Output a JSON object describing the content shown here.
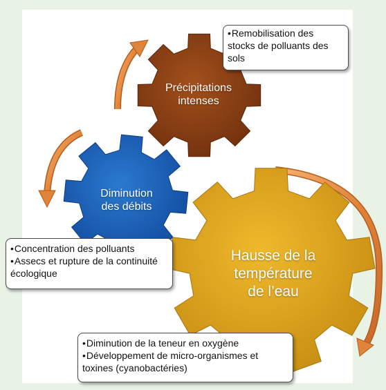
{
  "gears": {
    "top": {
      "lines": [
        "Précipitations",
        "intenses"
      ],
      "color": "#8b3e12"
    },
    "left": {
      "lines": [
        "Diminution",
        "des débits"
      ],
      "color": "#1a5fb4"
    },
    "right": {
      "lines": [
        "Hausse de la",
        "température",
        "de l’eau"
      ],
      "color": "#d9a21b"
    }
  },
  "callouts": {
    "top": {
      "items": [
        "Remobilisation des stocks de polluants des sols"
      ]
    },
    "left": {
      "items": [
        "Concentration des polluants",
        "Assecs et rupture de la continuité écologique"
      ]
    },
    "bottom": {
      "items": [
        "Diminution de la teneur en oxygène",
        "Développement de micro-organismes et toxines (cyanobactéries)"
      ]
    }
  },
  "colors": {
    "arrow": "#e08a3c",
    "background": "#e8f3e6"
  }
}
